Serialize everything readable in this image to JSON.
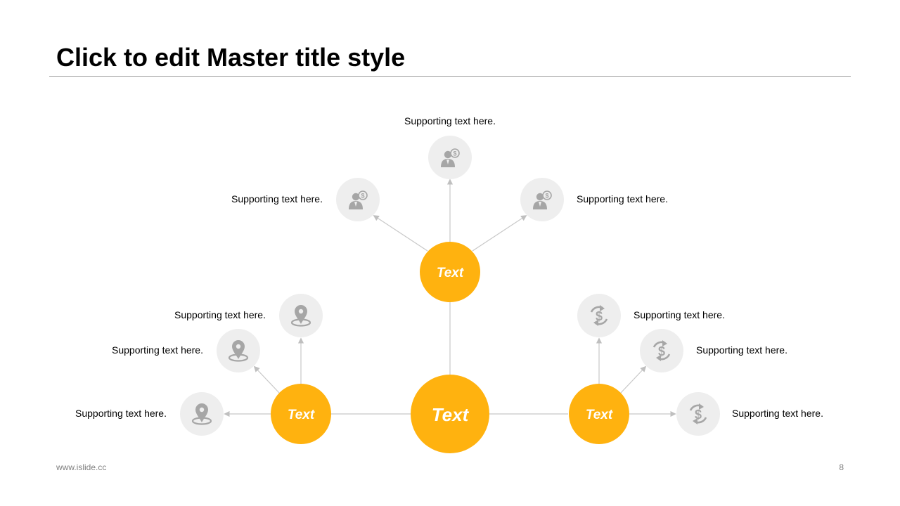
{
  "slide": {
    "title": "Click to edit Master title style",
    "footer_url": "www.islide.cc",
    "page_number": "8"
  },
  "colors": {
    "accent": "#FFB20F",
    "icon_bg": "#EEEEEE",
    "icon_fg": "#A6A6A6",
    "connector": "#C8C8C8"
  },
  "diagram": {
    "center_label": "Text",
    "nodes": [
      {
        "id": "top",
        "label": "Text",
        "icon": "businessman-dollar-icon",
        "leaves": [
          {
            "text": "Supporting  text here."
          },
          {
            "text": "Supporting  text here."
          },
          {
            "text": "Supporting  text here."
          }
        ]
      },
      {
        "id": "left",
        "label": "Text",
        "icon": "map-pin-icon",
        "leaves": [
          {
            "text": "Supporting  text here."
          },
          {
            "text": "Supporting  text here."
          },
          {
            "text": "Supporting  text here."
          }
        ]
      },
      {
        "id": "right",
        "label": "Text",
        "icon": "dollar-cycle-icon",
        "leaves": [
          {
            "text": "Supporting  text here."
          },
          {
            "text": "Supporting  text here."
          },
          {
            "text": "Supporting  text here."
          }
        ]
      }
    ]
  }
}
